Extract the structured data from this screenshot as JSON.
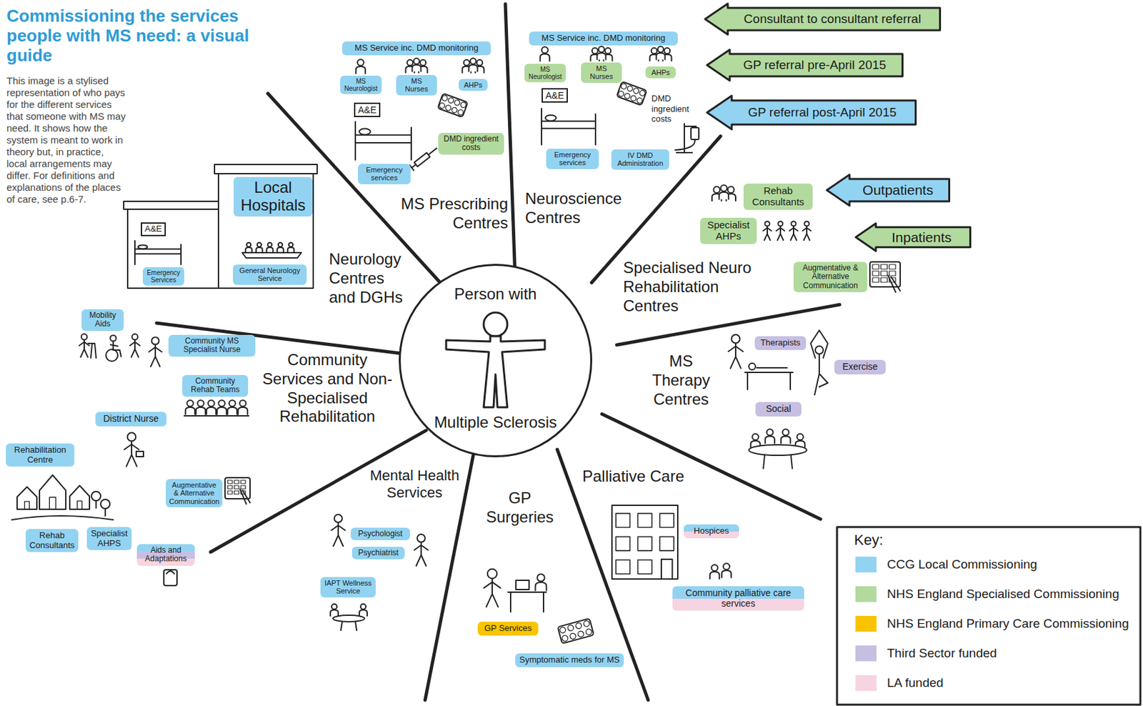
{
  "diagram": {
    "title": "Commissioning the services people with MS need: a visual guide",
    "nodes": [
      {
        "text": [
          "MS Service inc. DMD monitoring"
        ]
      },
      {
        "text": [
          "MS Neurologist"
        ]
      },
      {
        "text": [
          "MS Nurses"
        ]
      },
      {
        "text": [
          "AHPs"
        ]
      },
      {
        "text": [
          "A&E"
        ]
      },
      {
        "text": [
          "DMD ingredient costs"
        ]
      },
      {
        "text": [
          "Emergency services"
        ]
      },
      {
        "text": [
          "MS Service inc. DMD monitoring"
        ]
      },
      {
        "text": [
          "MS Neurologist"
        ]
      },
      {
        "text": [
          "MS Nurses"
        ]
      },
      {
        "text": [
          "AHPs"
        ]
      },
      {
        "text": [
          "A&E"
        ]
      },
      {
        "text": [
          "Emergency services"
        ]
      },
      {
        "text": [
          "IV DMD Administration"
        ]
      },
      {
        "text": [
          "Consultant to consultant referral"
        ]
      },
      {
        "text": [
          "GP referral pre-April 2015"
        ]
      },
      {
        "text": [
          "GP referral post-April 2015"
        ]
      },
      {
        "text": [
          "Local Hospitals"
        ]
      },
      {
        "text": [
          "A&E"
        ]
      },
      {
        "text": [
          "Emergency Services"
        ]
      },
      {
        "text": [
          "General Neurology Service"
        ]
      },
      {
        "text": [
          "Outpatients"
        ]
      },
      {
        "text": [
          "Rehab Consultants"
        ]
      },
      {
        "text": [
          "Specialist AHPs"
        ]
      },
      {
        "text": [
          "Inpatients"
        ]
      },
      {
        "text": [
          "Augmentative & Alternative Communication"
        ]
      },
      {
        "text": [
          "Person with",
          "Multiple Sclerosis"
        ]
      },
      {
        "text": [
          "Mobility Aids"
        ]
      },
      {
        "text": [
          "Therapists"
        ]
      },
      {
        "text": [
          "Community MS Specialist Nurse"
        ]
      },
      {
        "text": [
          "Exercise"
        ]
      },
      {
        "text": [
          "Community Rehab Teams"
        ]
      },
      {
        "text": [
          "Social"
        ]
      },
      {
        "text": [
          "District Nurse"
        ]
      },
      {
        "text": [
          "Rehabilitation Centre"
        ]
      },
      {
        "text": [
          "Augmentative & Alternative Communication"
        ]
      },
      {
        "text": [
          "Hospices"
        ]
      },
      {
        "text": [
          "Psychologist"
        ]
      },
      {
        "text": [
          "Rehab Consultants"
        ]
      },
      {
        "text": [
          "Specialist AHPS"
        ]
      },
      {
        "text": [
          "Aids and Adaptations"
        ]
      },
      {
        "text": [
          "Psychiatrist"
        ]
      },
      {
        "text": [
          "IAPT Wellness Service"
        ]
      },
      {
        "text": [
          "Community palliative care services"
        ]
      },
      {
        "text": [
          "GP Services"
        ]
      },
      {
        "text": [
          "Symptomatic meds for MS"
        ]
      }
    ],
    "labels": [
      "This image is a stylised representation of who pays for the different services that someone with MS may need. It shows how the system is meant to work in theory but, in practice, local arrangements may differ. For definitions and explanations of the places of care, see p.6-7.",
      "MS Prescribing Centres",
      "Neuroscience Centres",
      "DMD ingredient costs",
      "Specialised Neuro Rehabilitation Centres",
      "MS Therapy Centres",
      "Palliative Care",
      "GP Surgeries",
      "Mental Health Services",
      "Community Services and Non-Specialised Rehabilitation",
      "Neurology Centres and DGHs",
      "Key:"
    ],
    "legend": [
      {
        "text": "CCG Local Commissioning",
        "color": "#93d3f2"
      },
      {
        "text": "NHS England Specialised Commissioning",
        "color": "#b3da9e"
      },
      {
        "text": "NHS England Primary Care Commissioning",
        "color": "#f8c400"
      },
      {
        "text": "Third Sector funded",
        "color": "#c7bfe2"
      },
      {
        "text": "LA funded",
        "color": "#f7d4e1"
      }
    ]
  }
}
